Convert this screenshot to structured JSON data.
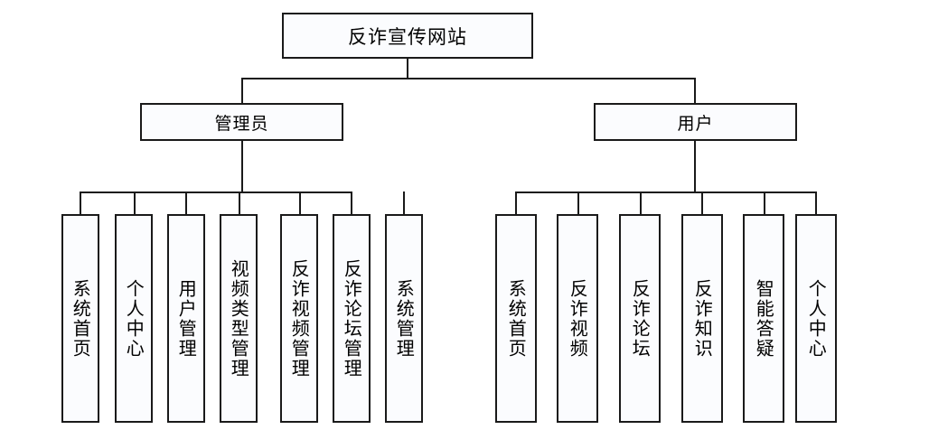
{
  "diagram": {
    "type": "tree",
    "title_node": "反诈宣传网站",
    "root": {
      "label": "反诈宣传网站"
    },
    "branches": [
      {
        "label": "管理员",
        "children": [
          "系统首页",
          "个人中心",
          "用户管理",
          "视频类型管理",
          "反诈视频管理",
          "反诈论坛管理",
          "系统管理"
        ]
      },
      {
        "label": "用户",
        "children": [
          "系统首页",
          "反诈视频",
          "反诈论坛",
          "反诈知识",
          "智能答疑",
          "个人中心"
        ]
      }
    ],
    "colors": {
      "stroke": "#1a1a1a",
      "fill": "#fbfcfe",
      "background": "#ffffff",
      "text": "#000000"
    }
  }
}
